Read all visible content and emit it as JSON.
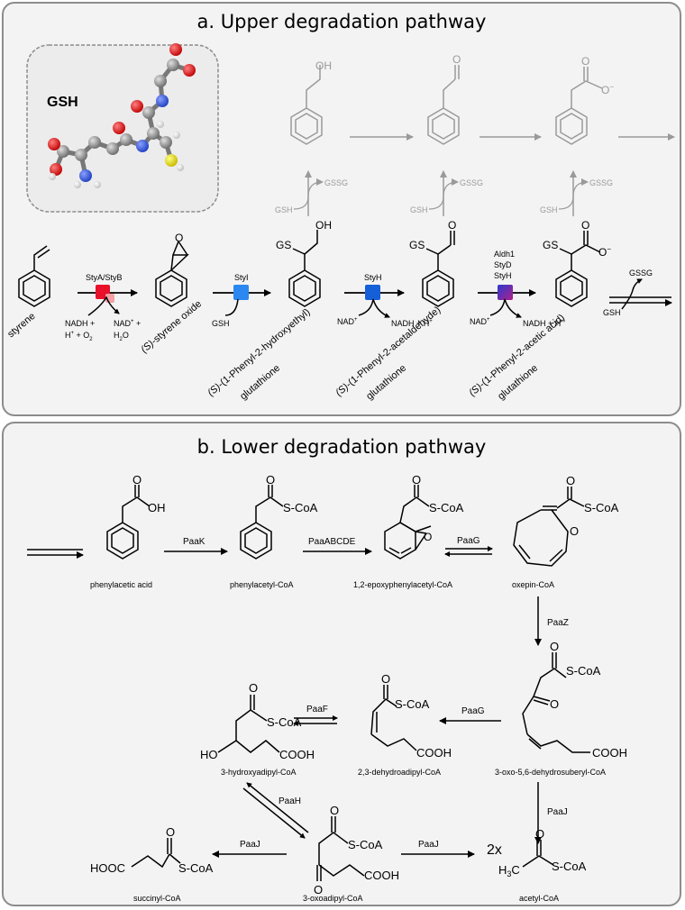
{
  "panel_a": {
    "title": "a. Upper degradation pathway",
    "gsh_label": "GSH",
    "enzymes": {
      "e1": "StyA/StyB",
      "e2": "StyI",
      "e3": "StyH",
      "e4_1": "Aldh1",
      "e4_2": "StyD",
      "e4_3": "StyH"
    },
    "cofactors": {
      "nadh_in_1": "NADH +",
      "nadh_in_2": "H",
      "nadh_in_3": "+ O",
      "nad_out_1": "NAD",
      "nad_out_2": "+",
      "nad_out_3": "H2O",
      "gsh_in": "GSH",
      "nad_in": "NAD",
      "nadh_out": "NADH + H",
      "nad_in2": "NAD",
      "nadh_out2": "NADH + H",
      "gssg": "GSSG",
      "gsh_last": "GSH"
    },
    "grey_cofactors": {
      "gsh": "GSH",
      "gssg": "GSSG"
    },
    "compounds": {
      "c1": "styrene",
      "c2_prefix": "(S)",
      "c2_rest": "-styrene oxide",
      "c3_prefix": "(S)",
      "c3_rest": "-(1-Phenyl-2-hydroxyethyl)",
      "c3_line2": "glutathione",
      "c4_prefix": "(S)",
      "c4_rest": "-(1-Phenyl-2-acetaldehyde)",
      "c4_line2": "glutathione",
      "c5_prefix": "(S)",
      "c5_rest": "-(1-Phenyl-2-acetic acid)",
      "c5_line2": "glutathione"
    },
    "atoms": {
      "oh": "OH",
      "o": "O",
      "gs": "GS"
    }
  },
  "panel_b": {
    "title": "b. Lower degradation pathway",
    "enzymes": {
      "paak": "PaaK",
      "paaabcde": "PaaABCDE",
      "paag1": "PaaG",
      "paaz": "PaaZ",
      "paag2": "PaaG",
      "paaf": "PaaF",
      "paah": "PaaH",
      "paaj1": "PaaJ",
      "paaj2": "PaaJ",
      "paaj3": "PaaJ"
    },
    "compounds": {
      "phenylacetic": "phenylacetic acid",
      "phenylacetyl": "phenylacetyl-CoA",
      "epoxy": "1,2-epoxyphenylacetyl-CoA",
      "oxepin": "oxepin-CoA",
      "oxodehydrosuberyl": "3-oxo-5,6-dehydrosuberyl-CoA",
      "dehydroadipyl": "2,3-dehydroadipyl-CoA",
      "hydroxyadipyl": "3-hydroxyadipyl-CoA",
      "oxoadipyl": "3-oxoadipyl-CoA",
      "succinyl": "succinyl-CoA",
      "acetyl": "acetyl-CoA"
    },
    "atoms": {
      "oh": "OH",
      "o": "O",
      "scoa": "S-CoA",
      "cooh": "COOH",
      "ho": "HO",
      "hooc": "HOOC",
      "two_x": "2x",
      "h3c": "H3C"
    }
  },
  "colors": {
    "styab": "#e8102a",
    "styi": "#2b88f0",
    "styh": "#1560d8",
    "aldh_top": "#2a3ad0",
    "aldh_bottom": "#b0208a",
    "grey": "#9a9a9a"
  }
}
